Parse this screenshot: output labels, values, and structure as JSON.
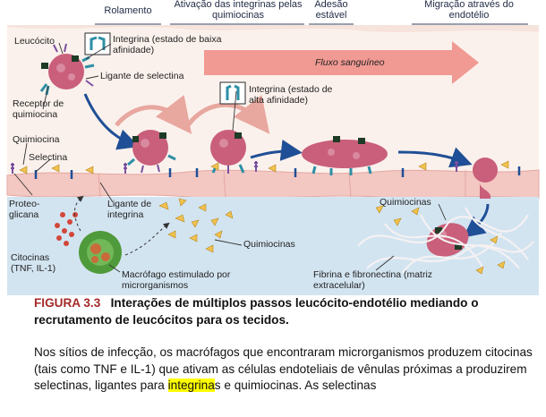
{
  "headers": {
    "rolling": "Rolamento",
    "activation": "Ativação das integrinas pelas quimiocinas",
    "stable_adhesion": "Adesão estável",
    "migration": "Migração através do endotélio"
  },
  "labels": {
    "leukocyte": "Leucócito",
    "integrin_low": "Integrina (estado de baixa afinidade)",
    "selectin_ligand": "Ligante de selectina",
    "blood_flow": "Fluxo sanguíneo",
    "integrin_high": "Integrina (estado de alta afinidade)",
    "chemokine_receptor": "Receptor de quimiocina",
    "chemokine": "Quimiocina",
    "selectin": "Selectina",
    "proteoglycan": "Proteo-glicana",
    "integrin_ligand": "Ligante de integrina",
    "chemokines_right": "Quimiocinas",
    "chemokines_mid": "Quimiocinas",
    "cytokines": "Citocinas (TNF, IL-1)",
    "macrophage": "Macrófago estimulado por microrganismos",
    "fibrin": "Fibrina e fibronectina (matriz extracelular)"
  },
  "caption": {
    "figure_number": "FIGURA 3.3",
    "title": "Interações de múltiplos passos leucócito-endotélio mediando o recrutamento de leucócitos para os tecidos.",
    "body_before": "Nos sítios de infecção, os macrófagos que encontraram microrganismos produzem citocinas (tais como TNF e IL-1) que ativam as células endoteliais de vênulas próximas a produzirem selectinas, ligantes para ",
    "highlight": "integrina",
    "body_after": "s e quimiocinas. As selectinas"
  },
  "colors": {
    "vessel_lumen": "#fbf1ec",
    "endothelium": "#f3c7c2",
    "tissue": "#d3e4f1",
    "flow_arrow": "#ef8a84",
    "leukocyte": "#c95f7a",
    "chemokine_fill": "#f2c14e",
    "integrin": "#2d8fa6",
    "caption_figure_number": "#a52a2a",
    "text_highlight": "#ffff00"
  }
}
